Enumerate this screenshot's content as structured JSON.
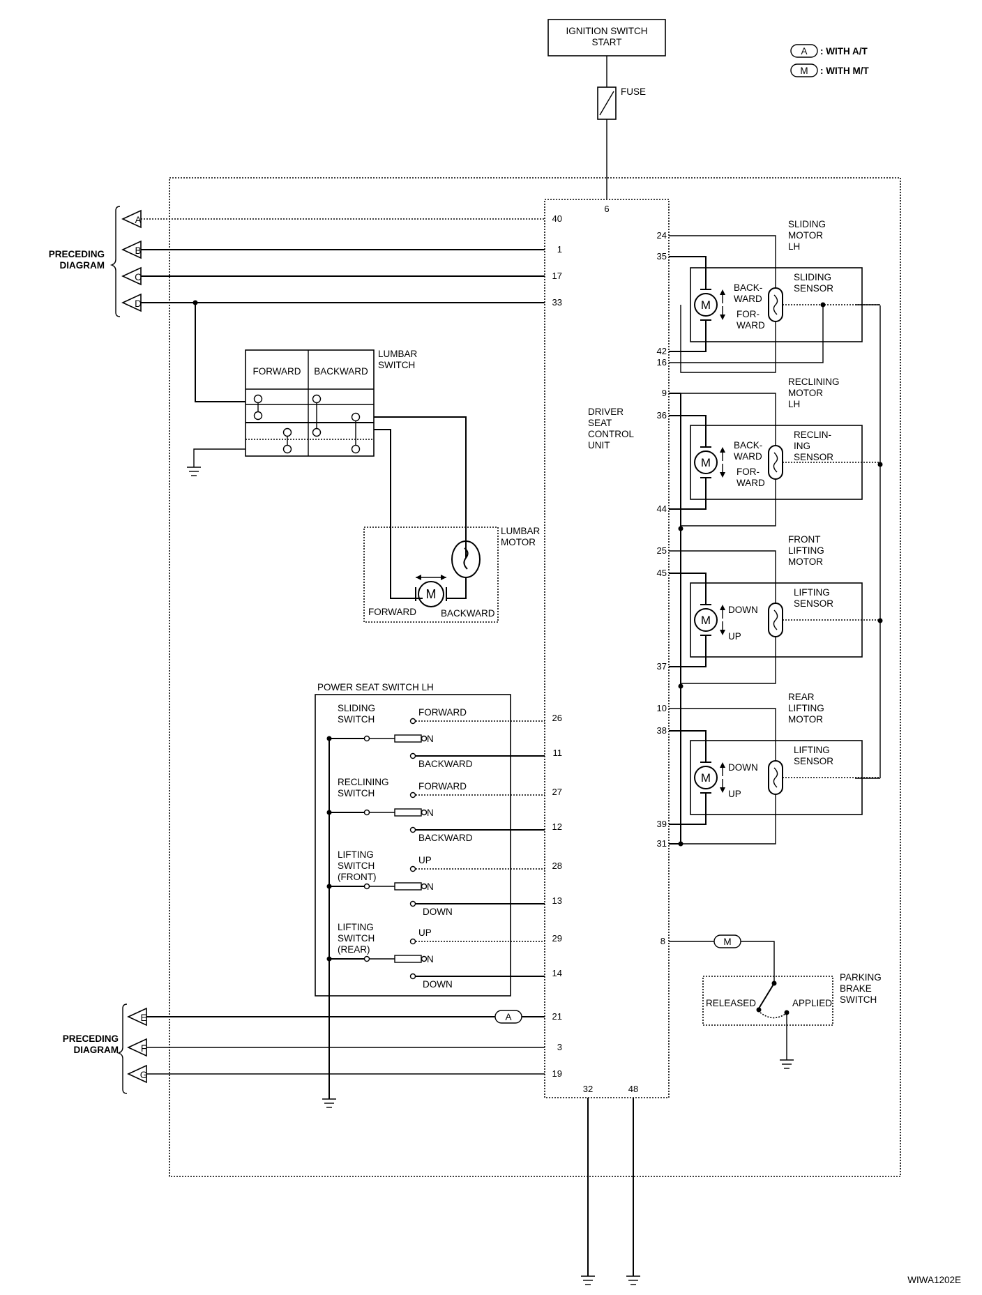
{
  "ignition_switch": "IGNITION SWITCH\nSTART",
  "fuse": "FUSE",
  "legend": [
    {
      "code": "A",
      "text": ": WITH A/T"
    },
    {
      "code": "M",
      "text": ": WITH M/T"
    }
  ],
  "preceding_top": "PRECEDING\nDIAGRAM",
  "preceding_bottom": "PRECEDING\nDIAGRAM",
  "connectors_top": [
    "A",
    "B",
    "C",
    "D"
  ],
  "connectors_bottom": [
    "E",
    "F",
    "G"
  ],
  "control_unit": "DRIVER\nSEAT\nCONTROL\nUNIT",
  "pins": {
    "p6": "6",
    "p40": "40",
    "p1": "1",
    "p17": "17",
    "p33": "33",
    "p26": "26",
    "p11": "11",
    "p27": "27",
    "p12": "12",
    "p28": "28",
    "p13": "13",
    "p29": "29",
    "p14": "14",
    "p21": "21",
    "p3": "3",
    "p19": "19",
    "p32": "32",
    "p48": "48",
    "p24": "24",
    "p35": "35",
    "p42": "42",
    "p16": "16",
    "p9": "9",
    "p36": "36",
    "p44": "44",
    "p25": "25",
    "p45": "45",
    "p37": "37",
    "p10": "10",
    "p38": "38",
    "p39": "39",
    "p31": "31",
    "p8": "8"
  },
  "lumbar_switch": {
    "title": "LUMBAR\nSWITCH",
    "forward": "FORWARD",
    "backward": "BACKWARD"
  },
  "lumbar_motor": {
    "title": "LUMBAR\nMOTOR",
    "forward": "FORWARD",
    "backward": "BACKWARD",
    "m": "M"
  },
  "power_seat_switch": {
    "title": "POWER SEAT SWITCH LH",
    "groups": [
      {
        "name": "SLIDING\nSWITCH",
        "top": "FORWARD",
        "n": "N",
        "bottom": "BACKWARD"
      },
      {
        "name": "RECLINING\nSWITCH",
        "top": "FORWARD",
        "n": "N",
        "bottom": "BACKWARD"
      },
      {
        "name": "LIFTING\nSWITCH\n(FRONT)",
        "top": "UP",
        "n": "N",
        "bottom": "DOWN"
      },
      {
        "name": "LIFTING\nSWITCH\n(REAR)",
        "top": "UP",
        "n": "N",
        "bottom": "DOWN"
      }
    ]
  },
  "motors": [
    {
      "title": "SLIDING\nMOTOR\nLH",
      "sensor": "SLIDING\nSENSOR",
      "dir1": "BACK-\nWARD",
      "dir2": "FOR-\nWARD",
      "m": "M"
    },
    {
      "title": "RECLINING\nMOTOR\nLH",
      "sensor": "RECLIN-\nING\nSENSOR",
      "dir1": "BACK-\nWARD",
      "dir2": "FOR-\nWARD",
      "m": "M"
    },
    {
      "title": "FRONT\nLIFTING\nMOTOR",
      "sensor": "LIFTING\nSENSOR",
      "dir1": "DOWN",
      "dir2": "UP",
      "m": "M"
    },
    {
      "title": "REAR\nLIFTING\nMOTOR",
      "sensor": "LIFTING\nSENSOR",
      "dir1": "DOWN",
      "dir2": "UP",
      "m": "M"
    }
  ],
  "option_a": "A",
  "option_m": "M",
  "parking_brake": {
    "title": "PARKING\nBRAKE\nSWITCH",
    "released": "RELEASED",
    "applied": "APPLIED"
  },
  "diagram_code": "WIWA1202E"
}
